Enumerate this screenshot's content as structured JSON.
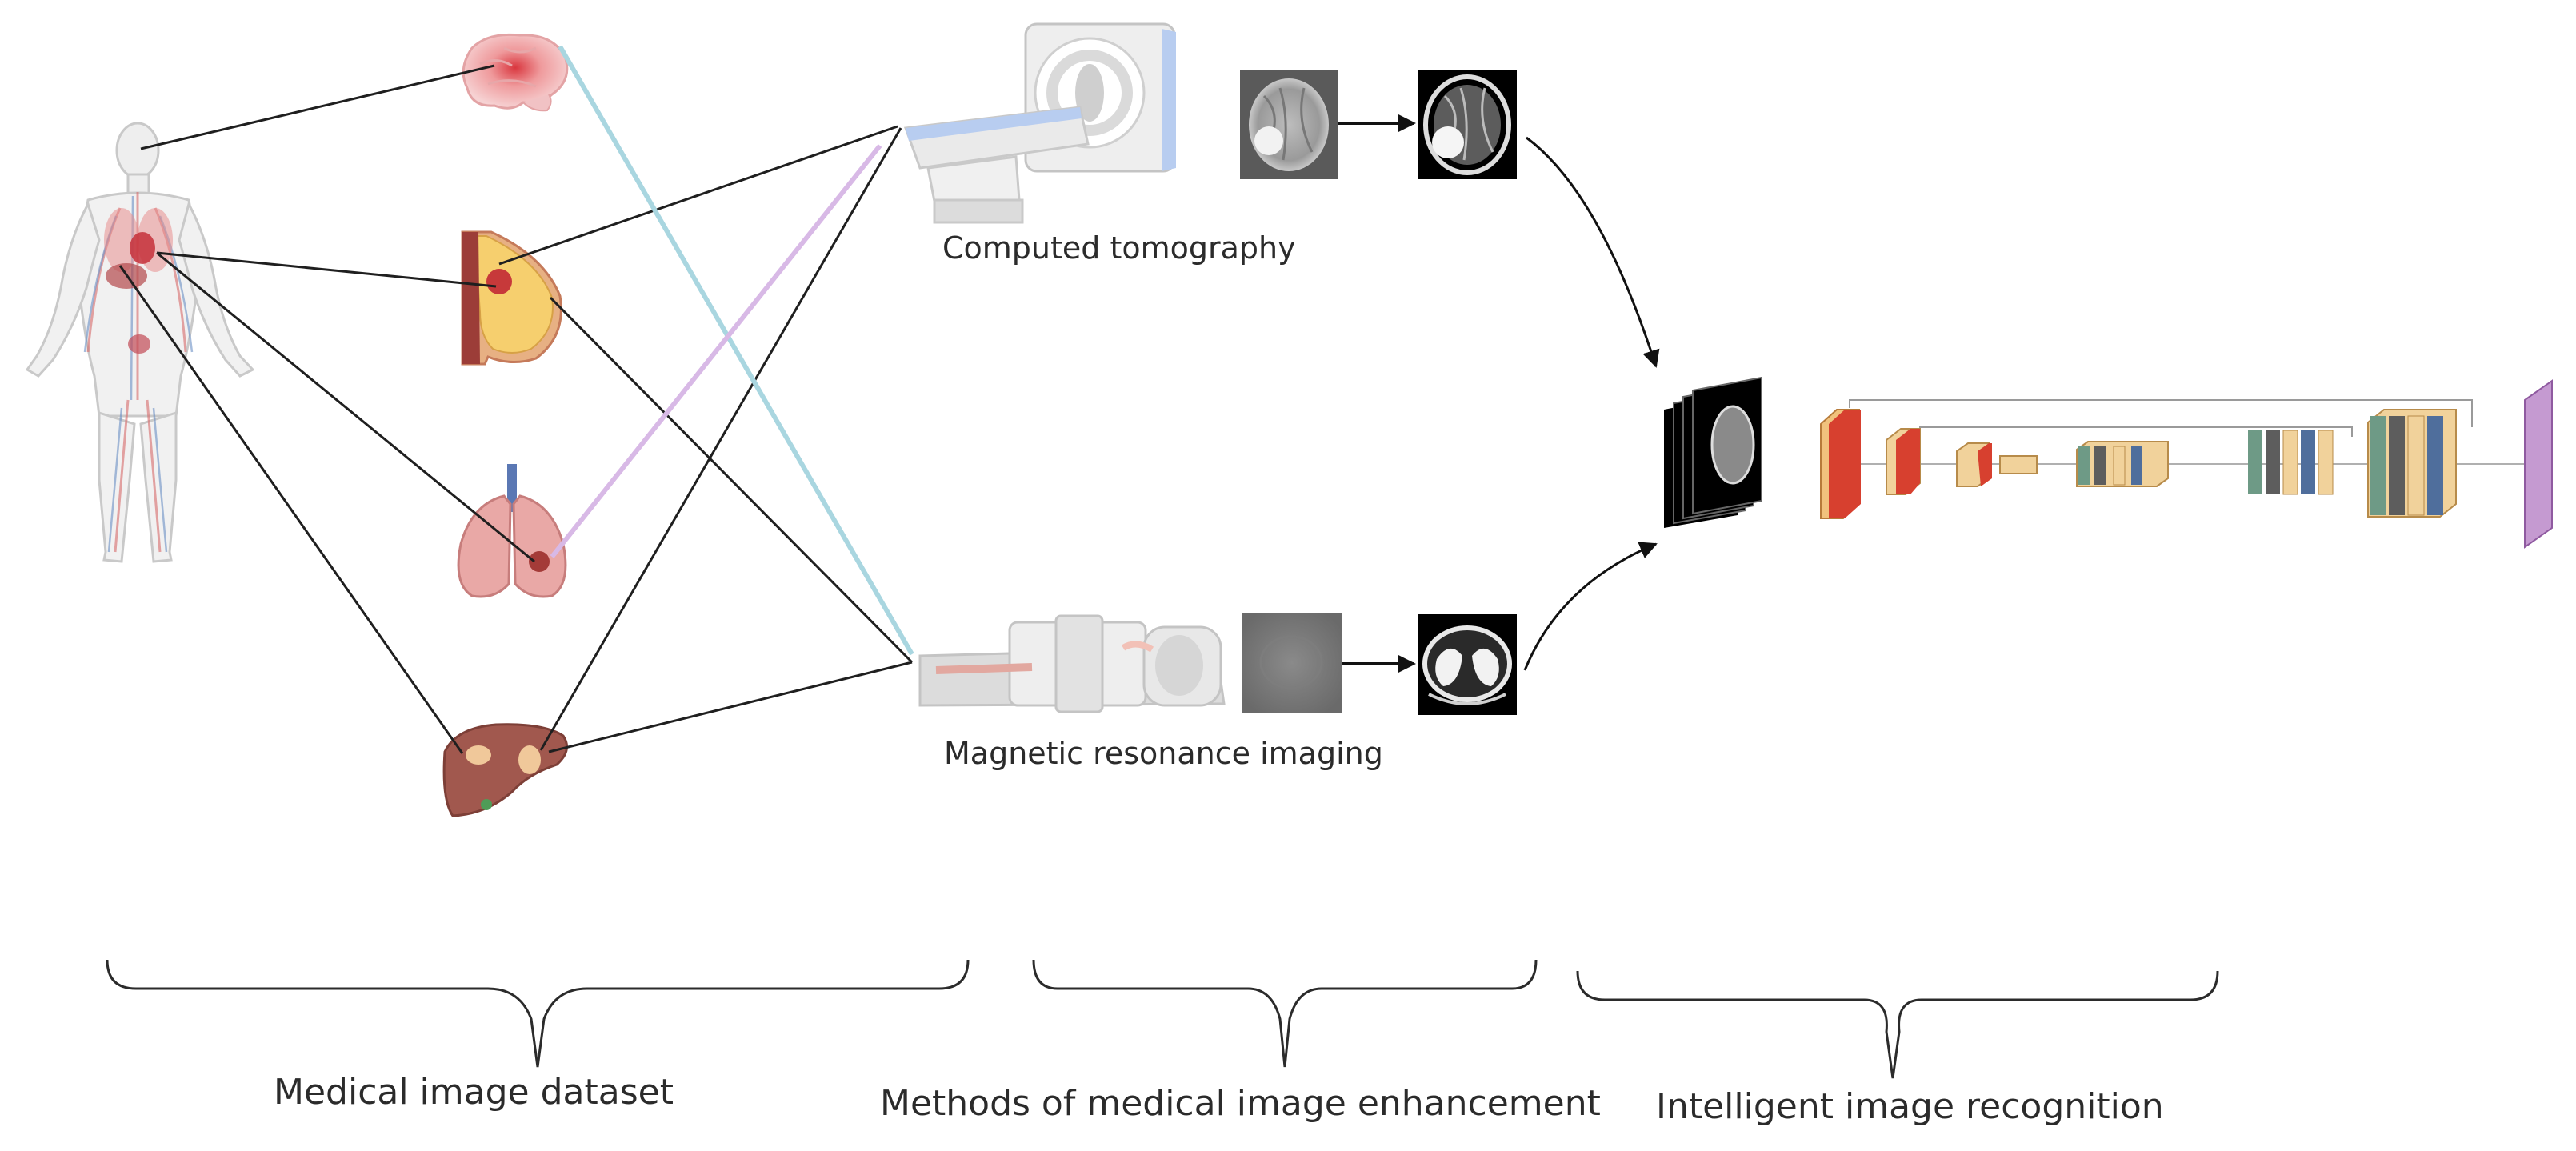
{
  "machines": {
    "ct_label": "Computed tomography",
    "mri_label": "Magnetic resonance imaging"
  },
  "sections": {
    "dataset": "Medical image dataset",
    "enhancement": "Methods of medical image enhancement",
    "recognition": "Intelligent image recognition"
  },
  "organs": [
    "brain",
    "breast",
    "lungs",
    "liver"
  ],
  "colors": {
    "connector": "#1f1f1f",
    "cyan_connector": "#a9d6e0",
    "lilac_connector": "#d8b9e6",
    "arrow": "#111111",
    "brace": "#2b2b2b"
  }
}
